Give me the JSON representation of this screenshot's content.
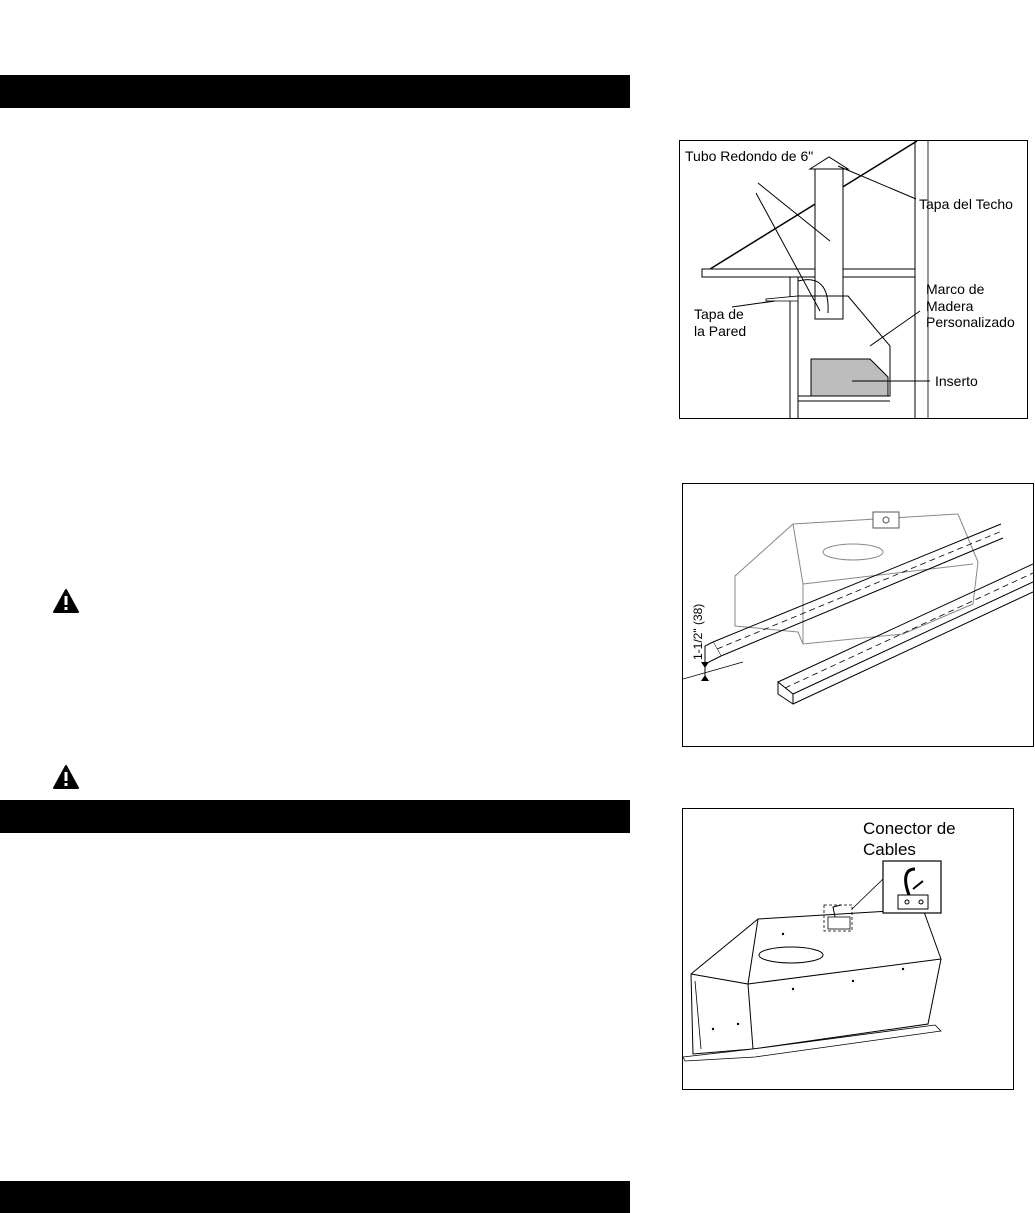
{
  "figure1": {
    "labels": {
      "pipe": "Tubo Redondo de 6\"",
      "roof_cap": "Tapa del Techo",
      "frame_line1": "Marco de",
      "frame_line2": "Madera",
      "frame_line3": "Personalizado",
      "wall_cap_line1": "Tapa de",
      "wall_cap_line2": "la Pared",
      "insert": "Inserto"
    }
  },
  "figure2": {
    "dimension": "1-1/2\" (38)"
  },
  "figure3": {
    "labels": {
      "line1": "Conector de",
      "line2": "Cables"
    }
  },
  "icons": [
    "warning-icon",
    "warning-icon"
  ]
}
